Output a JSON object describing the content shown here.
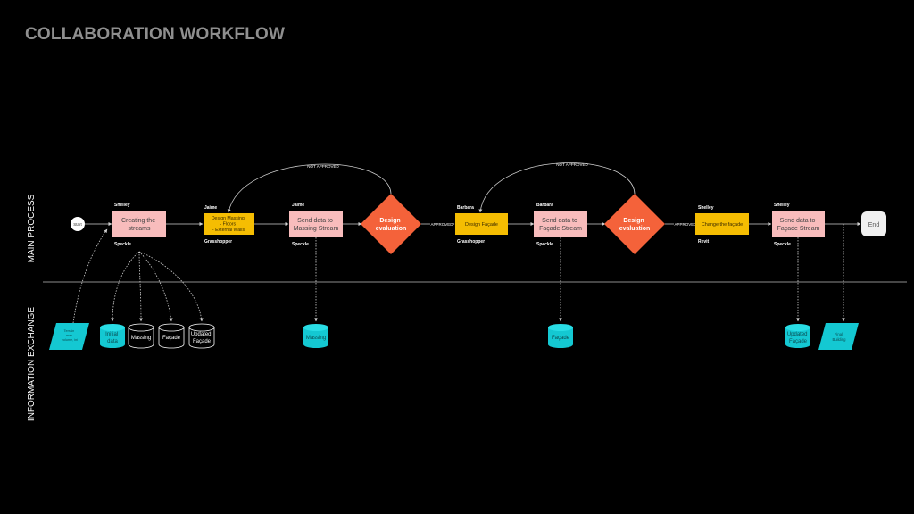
{
  "title": "COLLABORATION WORKFLOW",
  "lanes": {
    "main": "MAIN PROCESS",
    "info": "INFORMATION EXCHANGE"
  },
  "colors": {
    "background": "#000000",
    "title": "#8f8f8f",
    "pink": "#f8bcbc",
    "yellow": "#f5bd02",
    "diamond": "#f4623a",
    "cyan": "#14c8d2",
    "line": "#cfcfcf"
  },
  "nodes": {
    "start": "Start",
    "creating_streams": {
      "text": [
        "Creating the",
        "streams"
      ],
      "owner": "Shelley",
      "tool": "Speckle"
    },
    "design_massing": {
      "text": [
        "Design Massing",
        "- Floors",
        "- External Walls"
      ],
      "owner": "Jaime",
      "tool": "Grasshopper"
    },
    "send_massing": {
      "text": [
        "Send data to",
        "Massing Stream"
      ],
      "owner": "Jaime",
      "tool": "Speckle"
    },
    "eval1": {
      "text": [
        "Design",
        "evaluation"
      ]
    },
    "design_facade": {
      "text": [
        "Design Façade"
      ],
      "owner": "Barbara",
      "tool": "Grasshopper"
    },
    "send_facade": {
      "text": [
        "Send data to",
        "Façade Stream"
      ],
      "owner": "Barbara",
      "tool": "Speckle"
    },
    "eval2": {
      "text": [
        "Design",
        "evaluation"
      ]
    },
    "change_facade": {
      "text": [
        "Change the façade"
      ],
      "owner": "Shelley",
      "tool": "Revit"
    },
    "send_facade_2": {
      "text": [
        "Send data to",
        "Façade Stream"
      ],
      "owner": "Shelley",
      "tool": "Speckle"
    },
    "end": "End"
  },
  "edge_labels": {
    "not_approved": "NOT APPROVED",
    "approved": "APPROVED"
  },
  "data_items": {
    "terrain": [
      "Terrain",
      "max",
      "volume, ini"
    ],
    "initial": [
      "Initial",
      "data"
    ],
    "massing": [
      "Massing"
    ],
    "facade": [
      "Façade"
    ],
    "updated_facade": [
      "Updated",
      "Façade"
    ],
    "massing_data": [
      "Massing"
    ],
    "facade_data": [
      "Façade"
    ],
    "updated_facade_data": [
      "Updated",
      "Façade"
    ],
    "final": [
      "Final",
      "Building"
    ]
  }
}
